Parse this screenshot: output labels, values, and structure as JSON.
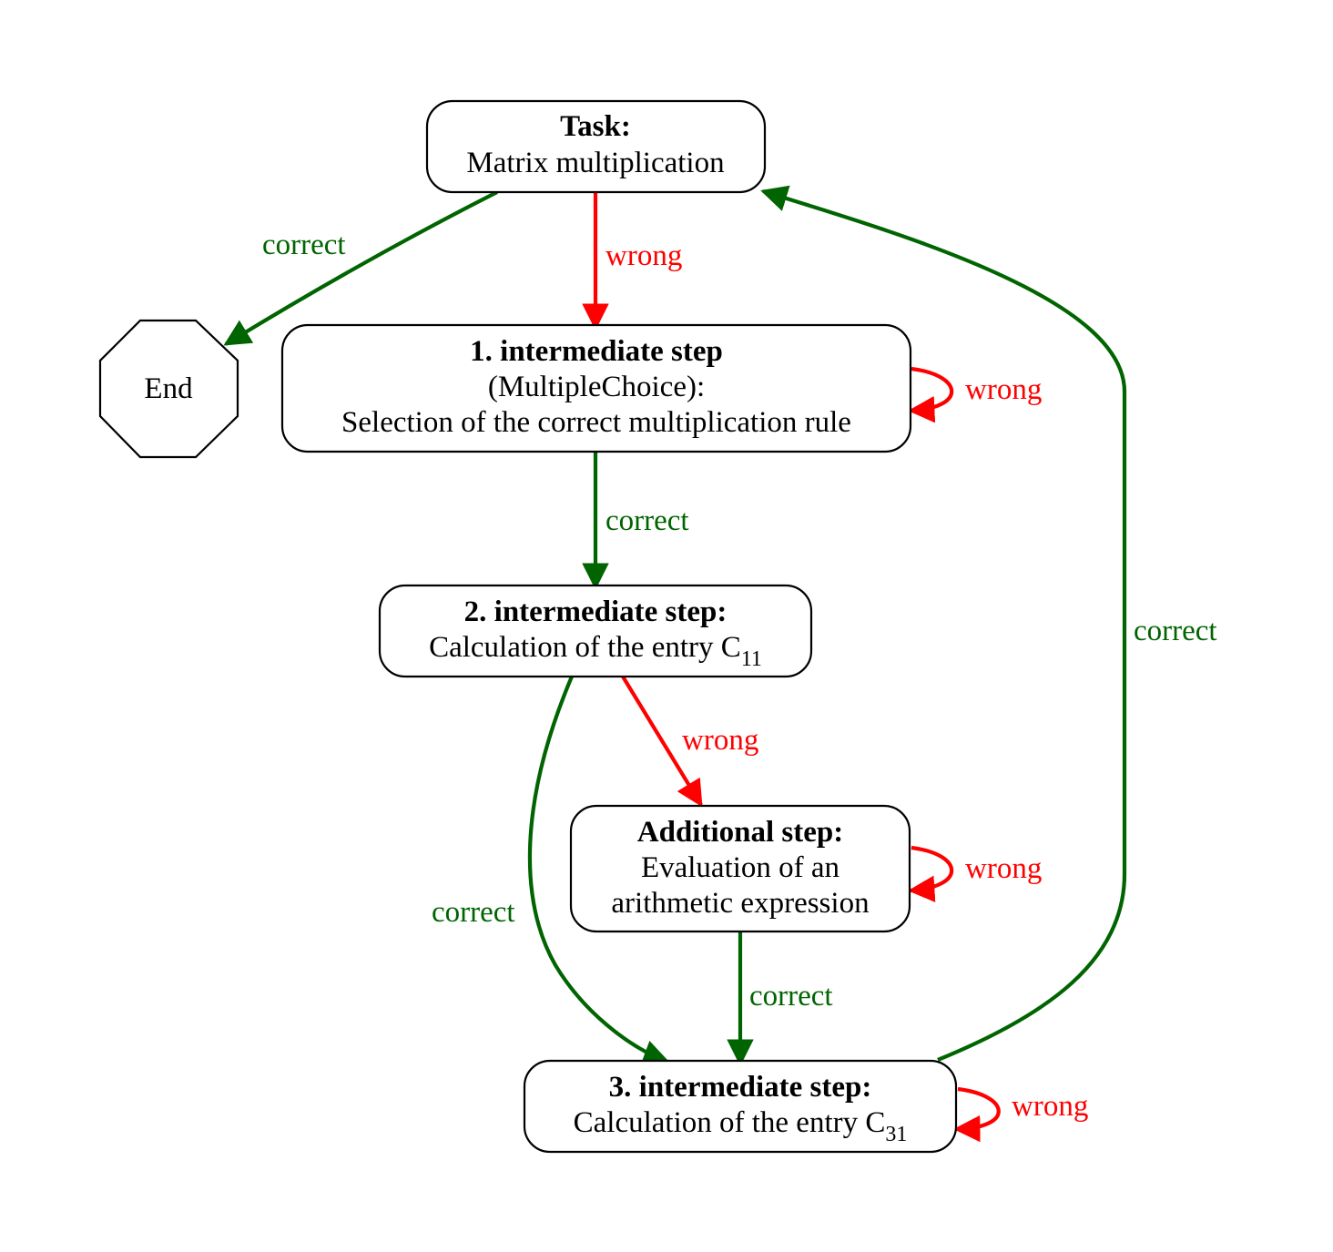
{
  "colors": {
    "correct": "#006400",
    "wrong": "#ff0000",
    "node_stroke": "#000000"
  },
  "nodes": {
    "task": {
      "title": "Task:",
      "line1": "Matrix multiplication"
    },
    "end": {
      "label": "End"
    },
    "step1": {
      "title": "1. intermediate step",
      "line1": "(MultipleChoice):",
      "line2": "Selection of the correct multiplication rule"
    },
    "step2": {
      "title": "2. intermediate step:",
      "line1": "Calculation of the entry C",
      "sub": "11"
    },
    "additional": {
      "title": "Additional step:",
      "line1": "Evaluation of an",
      "line2": "arithmetic expression"
    },
    "step3": {
      "title": "3. intermediate step:",
      "line1": "Calculation of the entry C",
      "sub": "31"
    }
  },
  "edges": {
    "task_end": "correct",
    "task_step1": "wrong",
    "step1_loop": "wrong",
    "step1_step2": "correct",
    "step2_additional": "wrong",
    "step2_step3": "correct",
    "additional_loop": "wrong",
    "additional_step3": "correct",
    "step3_loop": "wrong",
    "step3_task": "correct"
  }
}
